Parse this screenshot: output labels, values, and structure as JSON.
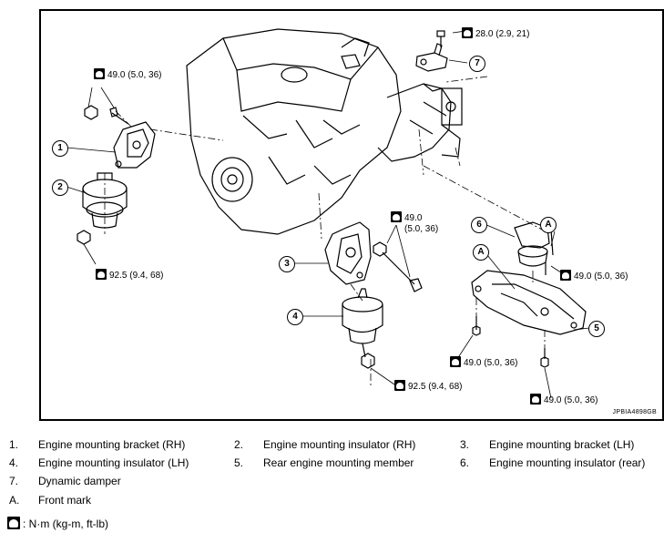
{
  "figure": {
    "code": "JPBIA4898GB",
    "torque_labels": [
      "49.0 (5.0, 36)",
      "28.0 (2.9, 21)",
      "49.0",
      "(5.0, 36)",
      "92.5 (9.4, 68)",
      "49.0 (5.0, 36)",
      "49.0 (5.0, 36)",
      "92.5 (9.4, 68)",
      "49.0 (5.0, 36)"
    ],
    "callouts": [
      "1",
      "2",
      "3",
      "4",
      "5",
      "6",
      "7",
      "A",
      "A"
    ]
  },
  "legend": [
    {
      "num": "1.",
      "text": "Engine mounting bracket (RH)"
    },
    {
      "num": "2.",
      "text": "Engine mounting insulator (RH)"
    },
    {
      "num": "3.",
      "text": "Engine mounting bracket (LH)"
    },
    {
      "num": "4.",
      "text": "Engine mounting insulator (LH)"
    },
    {
      "num": "5.",
      "text": "Rear engine mounting member"
    },
    {
      "num": "6.",
      "text": "Engine mounting insulator (rear)"
    },
    {
      "num": "7.",
      "text": "Dynamic damper"
    },
    {
      "num": "A.",
      "text": "Front mark"
    }
  ],
  "unit_note": ": N·m (kg-m, ft-lb)"
}
